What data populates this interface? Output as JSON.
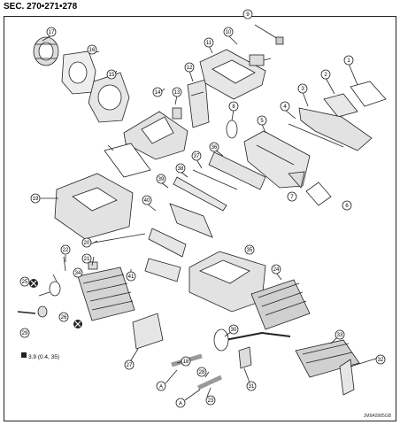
{
  "header": {
    "section_label": "SEC. 270•271•278"
  },
  "footer": {
    "image_code": "JMIIA0985GB"
  },
  "torque_spec": {
    "value": "3.9 (0.4, 35)"
  },
  "callouts": {
    "c1": "1",
    "c2": "2",
    "c3": "3",
    "c4": "4",
    "c5": "5",
    "c6": "6",
    "c7": "7",
    "c8": "8",
    "c9": "9",
    "c10": "10",
    "c11": "11",
    "c12": "12",
    "c13": "13",
    "c14": "14",
    "c15": "15",
    "c16": "16",
    "c17": "17",
    "c18": "18",
    "c19": "19",
    "c20": "20",
    "c21": "21",
    "c22": "22",
    "c23": "23",
    "c24": "24",
    "c25": "25",
    "c26": "26",
    "c27": "27",
    "c28": "28",
    "c29": "29",
    "c30": "30",
    "c31": "31",
    "c32": "32",
    "c33": "33",
    "c34": "34",
    "c35": "35",
    "c36": "36",
    "c37": "37",
    "c38": "38",
    "c39": "39",
    "c40": "40",
    "c41": "41"
  },
  "connection_marks": {
    "a1": "A",
    "a2": "A"
  }
}
